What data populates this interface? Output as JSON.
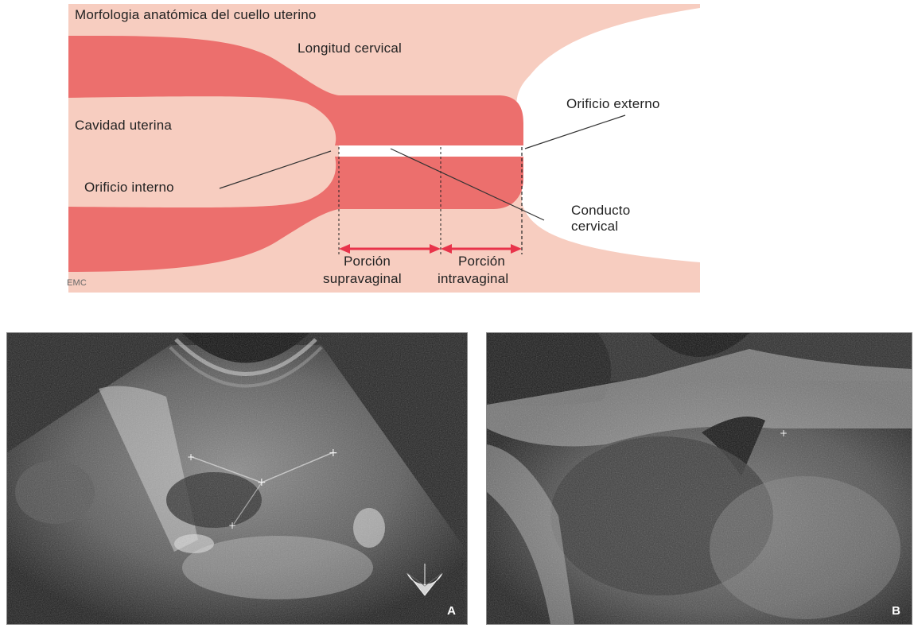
{
  "diagram": {
    "title": "Morfologia anatómica del cuello uterino",
    "longitud": "Longitud cervical",
    "cavidad": "Cavidad uterina",
    "orificio_interno": "Orificio interno",
    "orificio_externo": "Orificio externo",
    "conducto_line1": "Conducto",
    "conducto_line2": "cervical",
    "porcion_supra_line1": "Porción",
    "porcion_supra_line2": "supravaginal",
    "porcion_intra_line1": "Porción",
    "porcion_intra_line2": "intravaginal",
    "logo": "EMC",
    "colors": {
      "background": "#f7cdc0",
      "tissue": "#ec6f6d",
      "arrow": "#e8334a"
    }
  },
  "ultrasound": {
    "panel_a_label": "A",
    "panel_b_label": "B"
  }
}
